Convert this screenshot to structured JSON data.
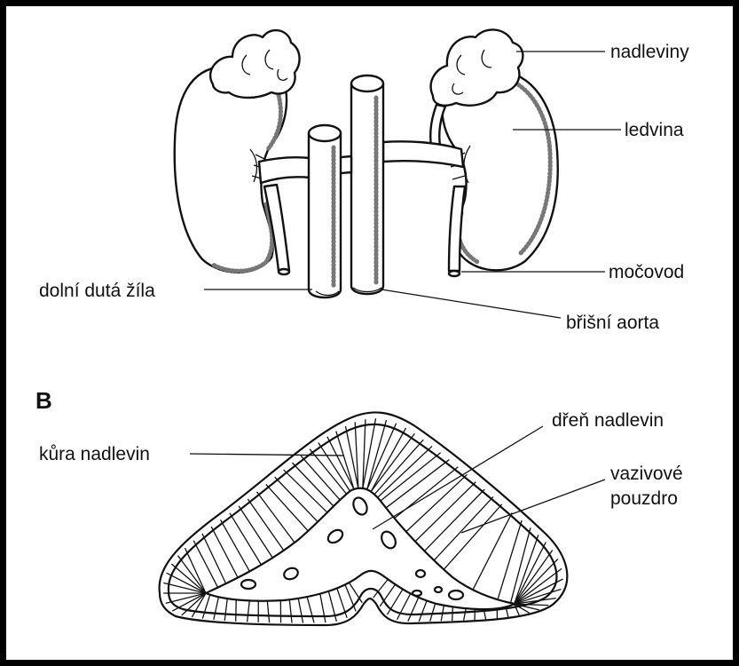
{
  "panel_b": {
    "heading": "B"
  },
  "labels": {
    "adrenals": "nadleviny",
    "kidney": "ledvina",
    "ureter": "močovod",
    "ivc": "dolní dutá žíla",
    "aorta": "břišní aorta",
    "cortex": "kůra nadlevin",
    "medulla": "dřeň nadlevin",
    "capsule_line1": "vazivové",
    "capsule_line2": "pouzdro"
  },
  "colors": {
    "frame": "#000000",
    "ink": "#111111",
    "paper": "#ffffff"
  }
}
